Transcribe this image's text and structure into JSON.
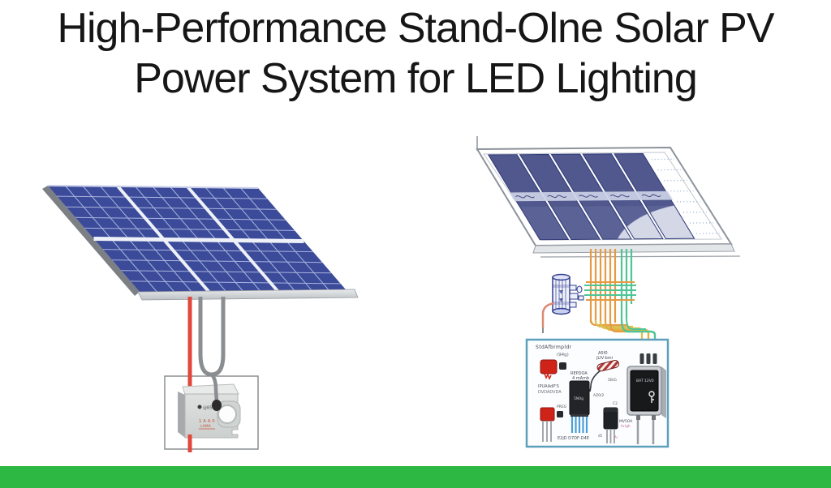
{
  "title": {
    "line1": "High-Performance Stand-Olne Solar PV",
    "line2": "Power System for LED Lighting"
  },
  "footer": {
    "bar_color": "#2db843"
  },
  "left_illustration": {
    "description": "blue 3x2-module solar panel wired with red and gray leads to a gray junction box inside a thin mounting bracket",
    "panel_blue": "#3b4b99",
    "grid_line_blue": "#a9b3de",
    "module_stripe_white": "#eef1f8",
    "frame_gray": "#7c8084",
    "wire_red": "#e2473b",
    "wire_gray": "#8b8e91",
    "box_labels": {
      "chip_mark": "@B5",
      "terminal_row1": "1 A A 0",
      "terminal_row2": "LAMA"
    }
  },
  "right_illustration": {
    "description": "hand-drawn PV module with orange and green wire bundle feeding a charge-controller circuit board sketch",
    "cell_navy": "#5b6296",
    "wire_orange": "#e59a44",
    "wire_yellow": "#ddc052",
    "wire_green": "#4fc596",
    "wire_salmon": "#dd8a74",
    "board_border": "#5e9fbc",
    "labels": {
      "board_title_1": "StdAfbrmpldr",
      "board_title_2": "(94g)",
      "cap_left_1": "IPUAAdP'S",
      "cap_left_2": "DVDADVDA",
      "preg": "PREG",
      "bottom_left": "E2jD D7DF-D4E",
      "ic_top_1": "REPDOA",
      "ic_top_2": "4 mAmb",
      "ic_face": "5N0g",
      "stripe_top_1": "A5f0",
      "stripe_top_2": "jLIV-bmi",
      "mid_small_1": "5B/G",
      "mid_small_2": "AZ0/2",
      "q2": "C2",
      "right_small_1": "MV5OA",
      "right_small_2": "hrigh",
      "bat_face": "BAT  12V0",
      "tiny_b": "d5",
      "tiny_a": "Ar"
    }
  }
}
